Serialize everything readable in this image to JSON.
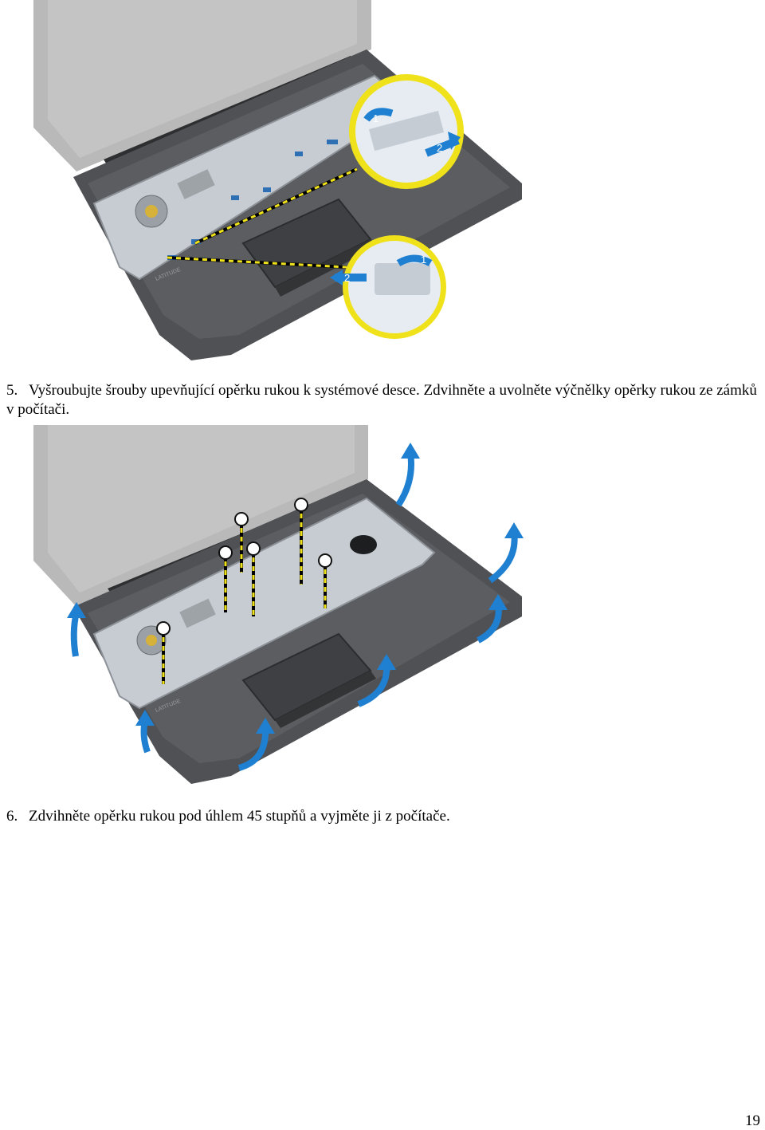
{
  "steps": [
    {
      "number": "5.",
      "text": "Vyšroubujte šrouby upevňující opěrku rukou k systémové desce. Zdvihněte a uvolněte výčnělky opěrky rukou ze zámků v počítači."
    },
    {
      "number": "6.",
      "text": "Zdvihněte opěrku rukou pod úhlem 45 stupňů a vyjměte ji z počítače."
    }
  ],
  "figure1": {
    "callouts": [
      "1",
      "2",
      "1",
      "2"
    ],
    "label": "LATITUDE"
  },
  "figure2": {
    "label": "LATITUDE"
  },
  "page_number": "19",
  "colors": {
    "arrow_blue": "#1f7fd0",
    "callout_yellow": "#f0e21a",
    "palmrest": "#55575b",
    "board": "#c9cfd6"
  }
}
